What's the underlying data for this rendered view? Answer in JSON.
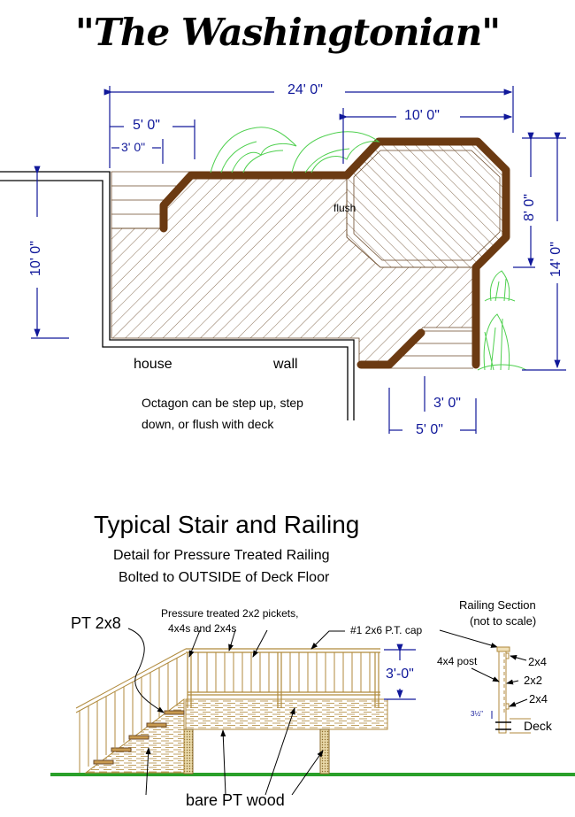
{
  "title": "\"The Washingtonian\"",
  "plan": {
    "dimensions": {
      "overall_width": "24' 0\"",
      "stair_outer_width": "5' 0\"",
      "stair_inner_width": "3' 0\"",
      "octagon_width": "10' 0\"",
      "octagon_height": "8' 0\"",
      "overall_height": "14' 0\"",
      "house_side_height": "10' 0\"",
      "lower_stair_inner_width": "3' 0\"",
      "lower_stair_outer_width": "5' 0\""
    },
    "labels": {
      "flush": "flush",
      "house": "house",
      "wall": "wall",
      "note_line1": "Octagon can be step up, step",
      "note_line2": "down, or flush with deck"
    },
    "colors": {
      "dimension": "#10189a",
      "railing": "#6b3a12",
      "plants": "#4fd04f",
      "hatch": "#6b4a2a"
    }
  },
  "detail": {
    "heading": "Typical Stair and Railing",
    "subheading_line1": "Detail for Pressure Treated Railing",
    "subheading_line2": "Bolted to OUTSIDE of Deck Floor",
    "callouts": {
      "pt_2x8": "PT 2x8",
      "pickets_line1": "Pressure treated 2x2 pickets,",
      "pickets_line2": "4x4s and 2x4s",
      "cap": "#1 2x6 P.T. cap",
      "height": "3'-0\"",
      "bare_wood": "bare PT wood"
    },
    "section": {
      "title": "Railing Section",
      "subtitle": "(not to scale)",
      "post": "4x4 post",
      "top_rail": "2x4",
      "picket": "2x2",
      "bottom_rail": "2x4",
      "gap": "3½\"",
      "deck": "Deck"
    },
    "colors": {
      "wood": "#b08a3c",
      "ground": "#2aa02a"
    }
  }
}
